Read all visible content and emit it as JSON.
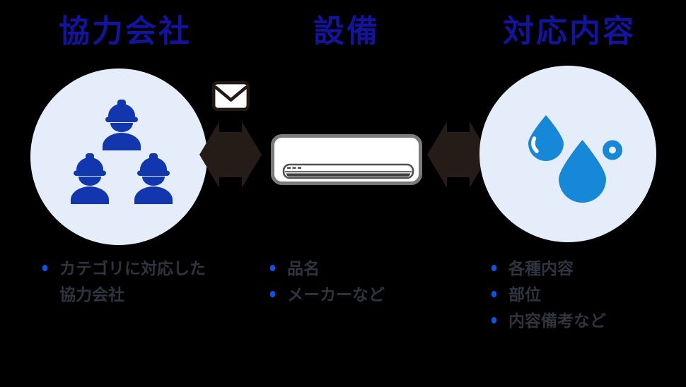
{
  "diagram": {
    "columns": [
      {
        "title": "協力会社",
        "icon": "workers-icon",
        "bullets": [
          "カテゴリに対応した協力会社"
        ]
      },
      {
        "title": "設備",
        "icon": "air-conditioner-icon",
        "bullets": [
          "品名",
          "メーカーなど"
        ]
      },
      {
        "title": "対応内容",
        "icon": "water-drops-icon",
        "bullets": [
          "各種内容",
          "部位",
          "内容備考など"
        ]
      }
    ],
    "connectors": [
      {
        "name": "mail-icon",
        "between": [
          "協力会社",
          "設備"
        ]
      },
      {
        "name": "left-double-arrow-icon",
        "between": [
          "協力会社",
          "設備"
        ],
        "direction": "both"
      },
      {
        "name": "right-double-arrow-icon",
        "between": [
          "設備",
          "対応内容"
        ],
        "direction": "both"
      }
    ]
  },
  "colors": {
    "background": "#000000",
    "circle_bg": "#e6edfa",
    "title_blue": "#13139c",
    "worker_blue": "#1136ad",
    "drop_blue": "#1787d8",
    "bullet_blue": "#0d55e8",
    "text_dark": "#2f343e",
    "arrow_dark": "#251b17",
    "outline_dark": "#241a15",
    "ac_border_gray": "#7b7b7b",
    "ac_vent_gray": "#4f4f4f",
    "ac_bar_dark": "#3f3f3f"
  }
}
